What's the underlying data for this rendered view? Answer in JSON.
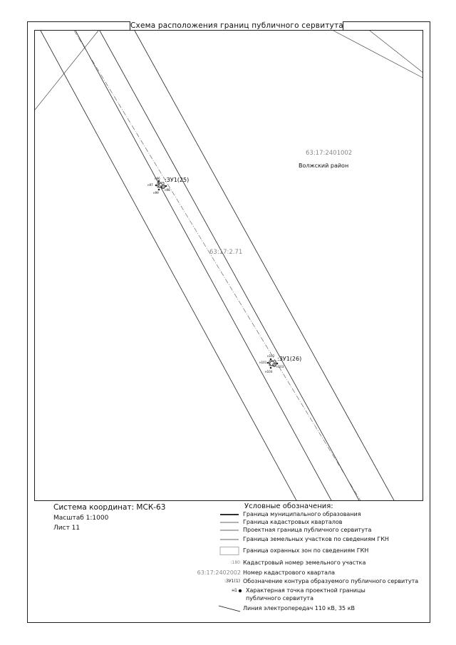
{
  "title": "Схема расположения границ публичного сервитута",
  "map": {
    "quarter_label": "63:17:2401002",
    "district_label": "Волжский район",
    "strip_label": "63:17:2.71",
    "contour_upper": {
      "label": ":ЗУ1(25)",
      "points": [
        "н96",
        "н97",
        "н98",
        "н99"
      ]
    },
    "contour_lower": {
      "label": ":ЗУ1(26)",
      "points": [
        "н102",
        "н101",
        "н103",
        "н104"
      ]
    }
  },
  "info": {
    "coord_system": "Система координат: МСК-63",
    "scale": "Масштаб 1:1000",
    "sheet": "Лист 11"
  },
  "legend": {
    "title": "Условные обозначения:",
    "items": [
      {
        "symbol": "thick-line",
        "text": "Граница муниципального образования"
      },
      {
        "symbol": "thin-line",
        "text": "Граница кадастровых кварталов"
      },
      {
        "symbol": "thin-line",
        "text": "Проектная граница публичного сервитута"
      },
      {
        "symbol": "thin-line",
        "text": "Граница земельных участков по сведениям ГКН"
      },
      {
        "symbol": "box",
        "text": "Граница охранных зон по сведениям ГКН"
      },
      {
        "symbol": "text",
        "sample": ":180",
        "text": "Кадастровый номер земельного участка"
      },
      {
        "symbol": "text",
        "sample": "63:17:2402002",
        "text": "Номер кадастрового квартала"
      },
      {
        "symbol": "text",
        "sample": ":ЗУ1(1)",
        "text": "Обозначение контура образуемого публичного сервитута"
      },
      {
        "symbol": "dot",
        "sample": "н1",
        "text": "Характерная точка проектной границы",
        "text2": "публичного сервитута"
      },
      {
        "symbol": "diag-line",
        "text": "Линия электропередач 110 кВ, 35 кВ"
      }
    ]
  },
  "colors": {
    "line": "#222222",
    "grey_text": "#888888",
    "paper": "#ffffff"
  }
}
